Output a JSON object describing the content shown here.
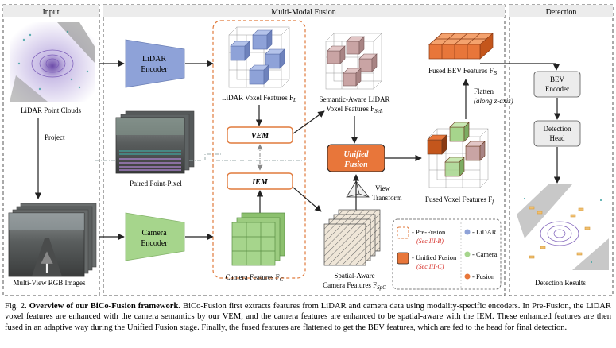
{
  "sections": {
    "input": "Input",
    "fusion": "Multi-Modal Fusion",
    "detection": "Detection"
  },
  "blocks": {
    "lidar_encoder": [
      "LiDAR",
      "Encoder"
    ],
    "camera_encoder": [
      "Camera",
      "Encoder"
    ],
    "vem": "VEM",
    "iem": "IEM",
    "unified_fusion": [
      "Unified",
      "Fusion"
    ],
    "bev_encoder": [
      "BEV",
      "Encoder"
    ],
    "detection_head": [
      "Detection",
      "Head"
    ]
  },
  "labels": {
    "lidar_point_clouds": "LiDAR Point Clouds",
    "project": "Project",
    "paired_point_pixel": "Paired Point-Pixel",
    "multi_view_rgb": "Multi-View RGB Images",
    "lidar_voxel_features": "LiDAR Voxel Features F",
    "lidar_voxel_sub": "L",
    "camera_features": "Camera Features F",
    "camera_features_sub": "C",
    "semantic_aware_1": "Semantic-Aware LiDAR",
    "semantic_aware_2": "Voxel Features F",
    "semantic_aware_sub": "SeL",
    "spatial_aware_1": "Spatial-Aware",
    "spatial_aware_2": "Camera Features F",
    "spatial_aware_sub": "SpC",
    "fused_bev": "Fused BEV Features F",
    "fused_bev_sub": "B",
    "flatten_1": "Flatten",
    "flatten_2": "(along z-axis)",
    "view_transform_1": "View",
    "view_transform_2": "Transform",
    "fused_voxel": "Fused Voxel Features F",
    "fused_voxel_sub": "f",
    "detection_results": "Detection Results"
  },
  "legend": {
    "pre_fusion": "- Pre-Fusion",
    "pre_fusion_ref": "(Sec.III-B)",
    "unified_fusion": "- Unified Fusion",
    "unified_fusion_ref": "(Sec.III-C)",
    "lidar": "- LiDAR",
    "camera": "- Camera",
    "fusion": "- Fusion"
  },
  "caption": {
    "prefix": "Fig. 2. ",
    "title": "Overview of our BiCo-Fusion framework",
    "body": ". BiCo-Fusion first extracts features from LiDAR and camera data using modality-specific encoders. In Pre-Fusion, the LiDAR voxel features are enhanced with the camera semantics by our VEM, and the camera features are enhanced to be spatial-aware with the IEM. These enhanced features are then fused in an adaptive way during the Unified Fusion stage. Finally, the fused features are flattened to get the BEV features, which are fed to the head for final detection."
  },
  "colors": {
    "lidar": "#8ea2d8",
    "camera": "#a6d58c",
    "fusion": "#e8763a",
    "sal": "#c9a4a4",
    "accent": "#e07a3c"
  }
}
